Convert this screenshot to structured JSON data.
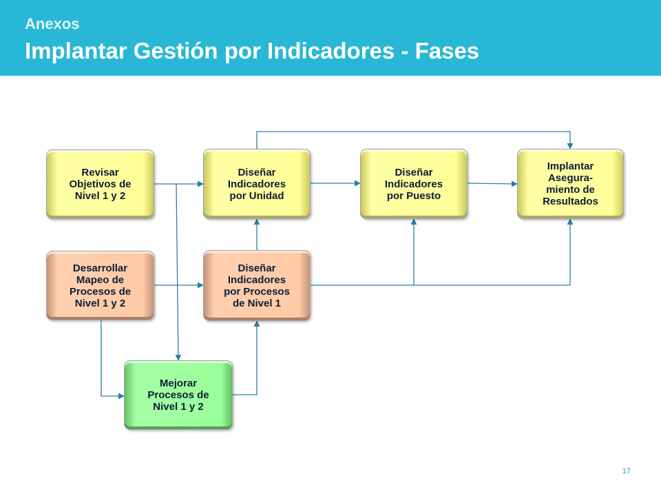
{
  "header": {
    "subtitle": "Anexos",
    "title": "Implantar Gestión por Indicadores - Fases"
  },
  "colors": {
    "header_bg": "#29b7d6",
    "connector": "#2a7fa3",
    "yellow_box": "#ffff99",
    "peach_box": "#ffcaa6",
    "green_box": "#99ff99"
  },
  "diagram": {
    "boxes": {
      "revisar": "Revisar\nObjetivos de\nNivel 1 y 2",
      "desarrollar": "Desarrollar\nMapeo de\nProcesos de\nNivel 1 y 2",
      "mejorar": "Mejorar\nProcesos de\nNivel 1 y 2",
      "unidad": "Diseñar\nIndicadores\npor Unidad",
      "procesos": "Diseñar\nIndicadores\npor Procesos\nde Nivel 1",
      "puesto": "Diseñar\nIndicadores\npor Puesto",
      "implantar": "Implantar\nAsegura-\nmiento de\nResultados"
    }
  },
  "footer": {
    "page_number": "17"
  }
}
